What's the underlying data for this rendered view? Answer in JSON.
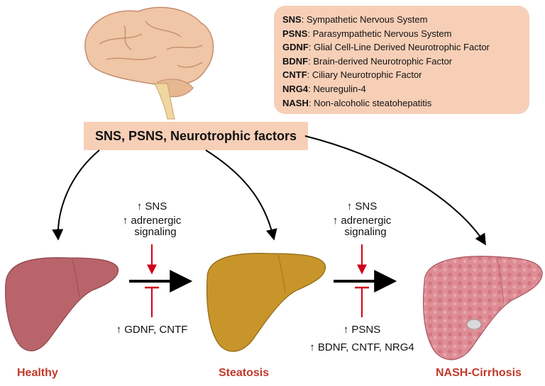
{
  "legend": [
    {
      "abbr": "SNS",
      "text": ": Sympathetic Nervous System"
    },
    {
      "abbr": "PSNS",
      "text": ": Parasympathetic Nervous System"
    },
    {
      "abbr": "GDNF",
      "text": ": Glial Cell-Line Derived Neurotrophic Factor"
    },
    {
      "abbr": "BDNF",
      "text": ": Brain-derived Neurotrophic Factor"
    },
    {
      "abbr": "CNTF",
      "text": ": Ciliary Neurotrophic Factor"
    },
    {
      "abbr": "NRG4",
      "text": ": Neuregulin-4"
    },
    {
      "abbr": "NASH",
      "text": ": Non-alcoholic steatohepatitis"
    }
  ],
  "center_label": "SNS, PSNS, Neurotrophic factors",
  "transition1": {
    "up_sns": "↑ SNS",
    "up_adrenergic_1": "↑ adrenergic",
    "up_adrenergic_2": "signaling",
    "down": "↑ GDNF, CNTF"
  },
  "transition2": {
    "up_sns": "↑ SNS",
    "up_adrenergic_1": "↑ adrenergic",
    "up_adrenergic_2": "signaling",
    "down_1": "↑ PSNS",
    "down_2": "↑ BDNF, CNTF, NRG4"
  },
  "stages": {
    "healthy": "Healthy",
    "steatosis": "Steatosis",
    "nash": "NASH-Cirrhosis"
  },
  "colors": {
    "box_fill": "#f7cfb7",
    "stage_label": "#c0392b",
    "inhibit": "#d0021b",
    "healthy_liver": "#b9646b",
    "steatosis_liver": "#c8952a",
    "nash_liver": "#d9868f"
  },
  "icons": [
    "brain-illustration",
    "healthy-liver",
    "steatosis-liver",
    "cirrhotic-liver"
  ]
}
